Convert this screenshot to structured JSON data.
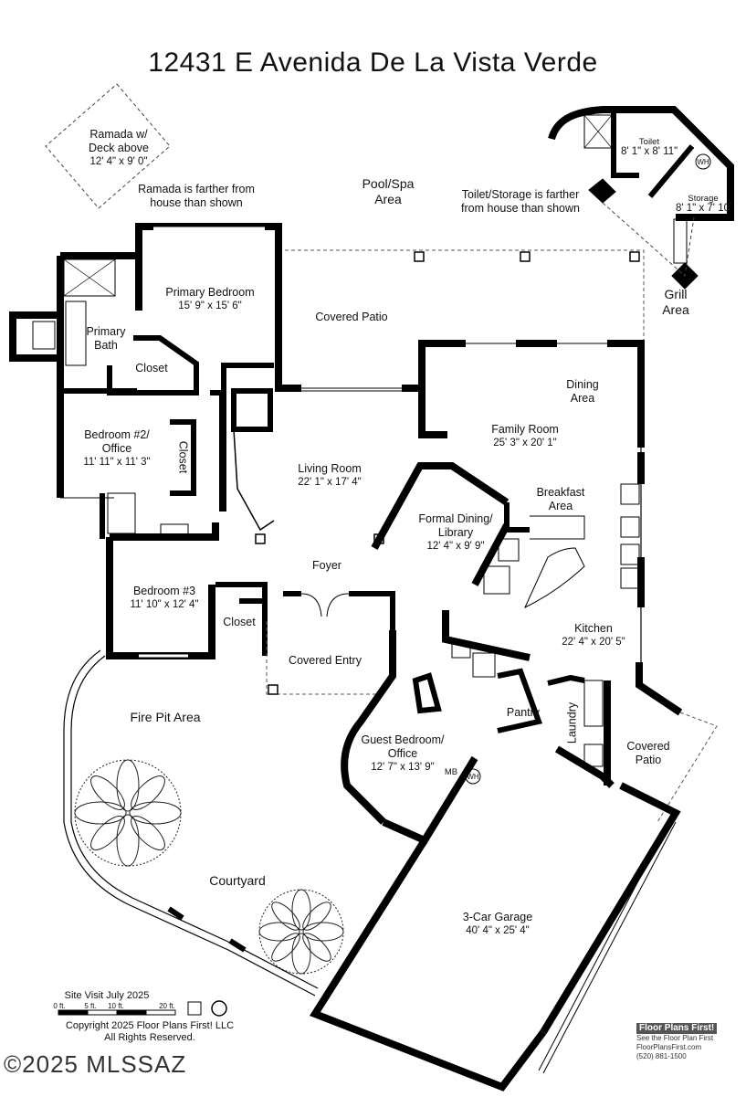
{
  "title": "12431 E Avenida De La Vista Verde",
  "rooms": {
    "ramada": {
      "name": "Ramada w/\nDeck above",
      "dim": "12' 4\" x 9' 0\""
    },
    "ramada_note": "Ramada is farther from\nhouse than shown",
    "pool": "Pool/Spa\nArea",
    "toilet_note": "Toilet/Storage is farther\nfrom house than shown",
    "toilet": {
      "name": "Toilet",
      "dim": "8' 1\" x 8' 11\""
    },
    "storage": {
      "name": "Storage",
      "dim": "8' 1\" x 7' 10\""
    },
    "grill": "Grill\nArea",
    "primary_bedroom": {
      "name": "Primary Bedroom",
      "dim": "15' 9\" x 15' 6\""
    },
    "covered_patio_top": "Covered Patio",
    "primary_bath": "Primary\nBath",
    "closet_primary": "Closet",
    "dining": "Dining\nArea",
    "family_room": {
      "name": "Family Room",
      "dim": "25' 3\" x 20' 1\""
    },
    "bedroom2": {
      "name": "Bedroom #2/\nOffice",
      "dim": "11' 11\" x 11' 3\""
    },
    "closet_b2": "Closet",
    "living_room": {
      "name": "Living Room",
      "dim": "22' 1\" x 17' 4\""
    },
    "breakfast": "Breakfast\nArea",
    "formal_dining": {
      "name": "Formal Dining/\nLibrary",
      "dim": "12' 4\" x 9' 9\""
    },
    "bedroom3": {
      "name": "Bedroom #3",
      "dim": "11' 10\" x 12' 4\""
    },
    "foyer": "Foyer",
    "closet_b3": "Closet",
    "kitchen": {
      "name": "Kitchen",
      "dim": "22' 4\" x 20' 5\""
    },
    "covered_entry": "Covered Entry",
    "fire_pit": "Fire Pit Area",
    "pantry": "Pantry",
    "laundry": "Laundry",
    "covered_patio_right": "Covered\nPatio",
    "guest_bedroom": {
      "name": "Guest Bedroom/\nOffice",
      "dim": "12' 7\" x 13' 9\""
    },
    "mb": "MB",
    "wh": "WH",
    "courtyard": "Courtyard",
    "garage": {
      "name": "3-Car Garage",
      "dim": "40' 4\" x 25' 4\""
    }
  },
  "scale": {
    "site_visit": "Site Visit July 2025",
    "ticks": [
      "0 ft.",
      "5 ft.",
      "10 ft.",
      "20 ft."
    ]
  },
  "copyright": "Copyright 2025 Floor Plans First! LLC\nAll Rights Reserved.",
  "watermark": "©2025 MLSSAZ",
  "brand": {
    "logo": "Floor Plans First!",
    "tagline": "See the Floor Plan First",
    "url": "FloorPlansFirst.com",
    "phone": "(520) 881-1500"
  },
  "colors": {
    "wall": "#000000",
    "line": "#555555",
    "background": "#ffffff"
  }
}
